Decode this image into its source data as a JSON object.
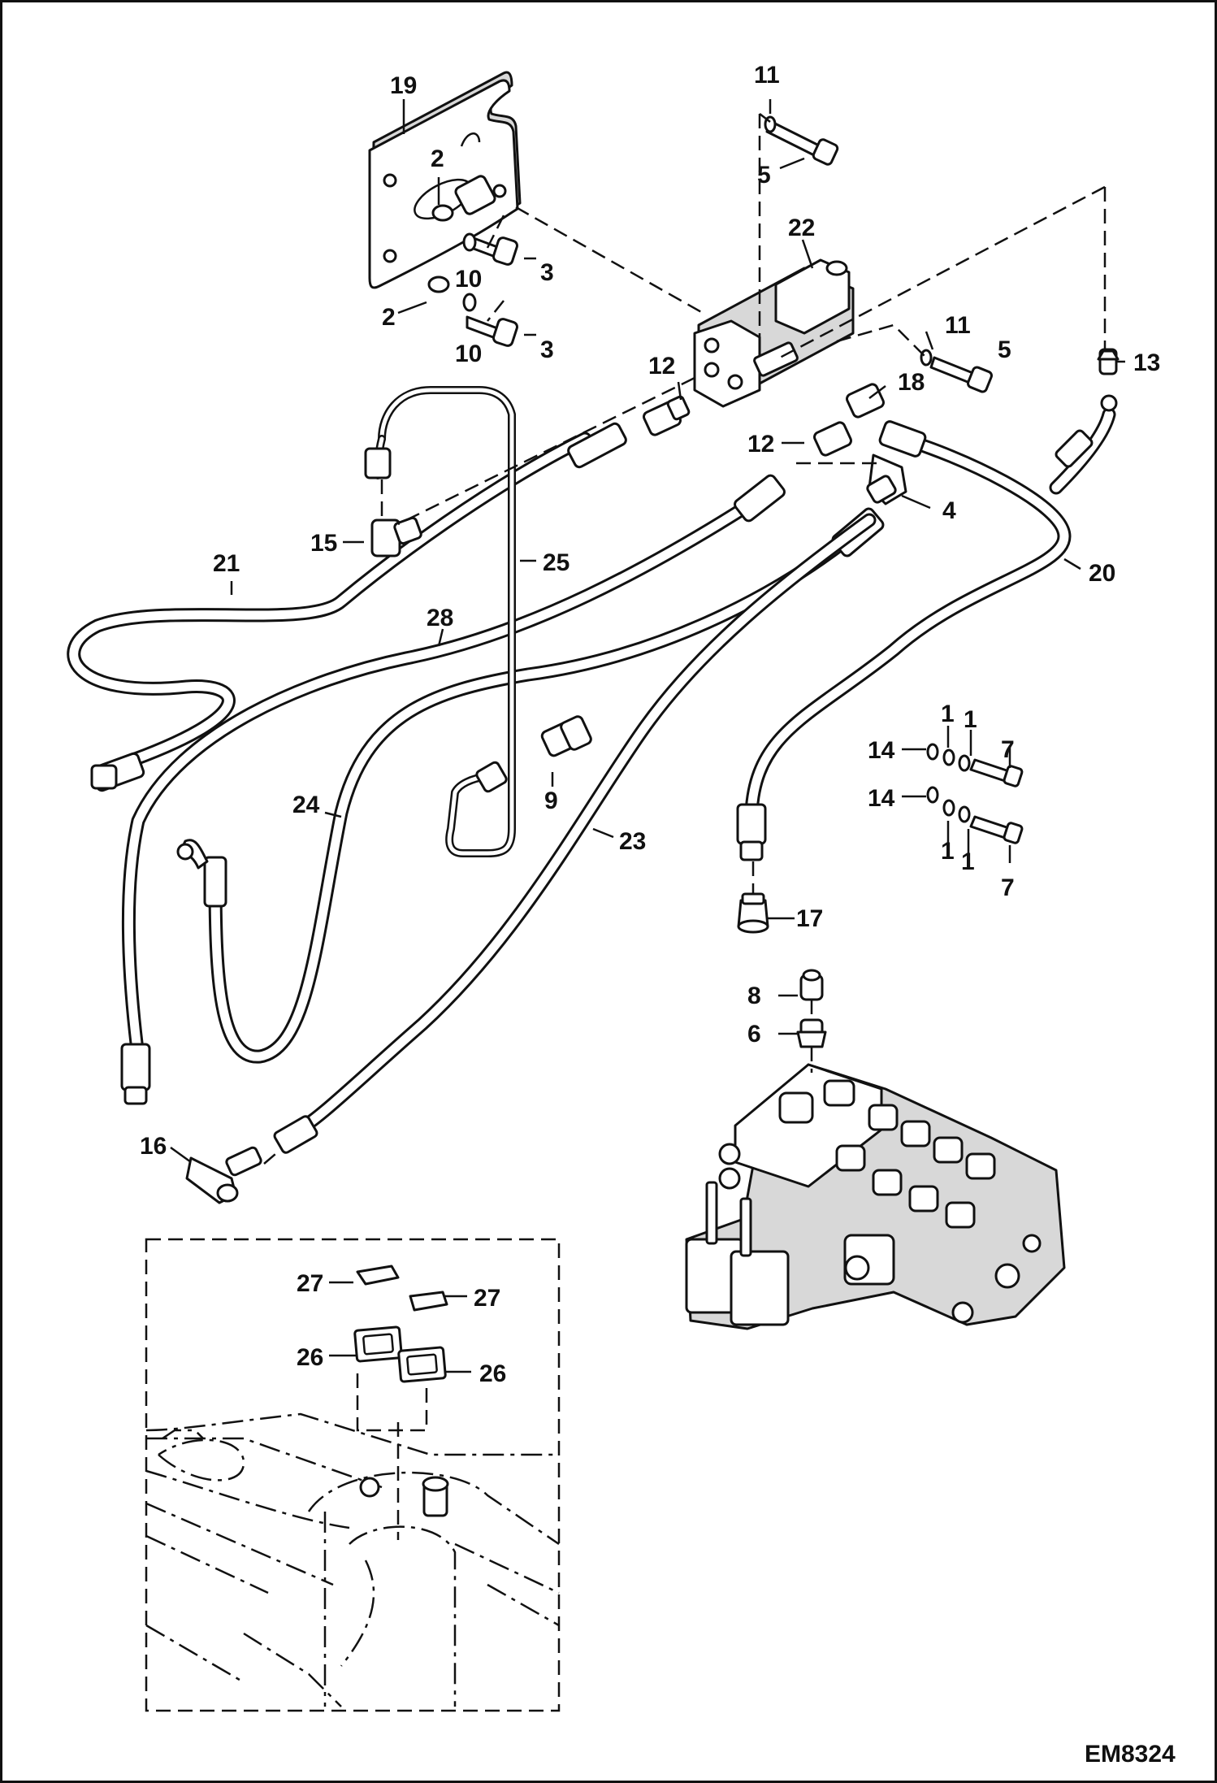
{
  "diagram": {
    "code": "EM8324",
    "callouts": [
      {
        "id": "c19",
        "text": "19"
      },
      {
        "id": "c2a",
        "text": "2"
      },
      {
        "id": "c2b",
        "text": "2"
      },
      {
        "id": "c3a",
        "text": "3"
      },
      {
        "id": "c3b",
        "text": "3"
      },
      {
        "id": "c10a",
        "text": "10"
      },
      {
        "id": "c10b",
        "text": "10"
      },
      {
        "id": "c11a",
        "text": "11"
      },
      {
        "id": "c5a",
        "text": "5"
      },
      {
        "id": "c22",
        "text": "22"
      },
      {
        "id": "c11b",
        "text": "11"
      },
      {
        "id": "c5b",
        "text": "5"
      },
      {
        "id": "c13",
        "text": "13"
      },
      {
        "id": "c12a",
        "text": "12"
      },
      {
        "id": "c18",
        "text": "18"
      },
      {
        "id": "c12b",
        "text": "12"
      },
      {
        "id": "c4",
        "text": "4"
      },
      {
        "id": "c15",
        "text": "15"
      },
      {
        "id": "c21",
        "text": "21"
      },
      {
        "id": "c25",
        "text": "25"
      },
      {
        "id": "c20",
        "text": "20"
      },
      {
        "id": "c28",
        "text": "28"
      },
      {
        "id": "c9",
        "text": "9"
      },
      {
        "id": "c24",
        "text": "24"
      },
      {
        "id": "c23",
        "text": "23"
      },
      {
        "id": "c1a",
        "text": "1"
      },
      {
        "id": "c1b",
        "text": "1"
      },
      {
        "id": "c14a",
        "text": "14"
      },
      {
        "id": "c7a",
        "text": "7"
      },
      {
        "id": "c14b",
        "text": "14"
      },
      {
        "id": "c1c",
        "text": "1"
      },
      {
        "id": "c1d",
        "text": "1"
      },
      {
        "id": "c7b",
        "text": "7"
      },
      {
        "id": "c17",
        "text": "17"
      },
      {
        "id": "c8",
        "text": "8"
      },
      {
        "id": "c6",
        "text": "6"
      },
      {
        "id": "c16",
        "text": "16"
      },
      {
        "id": "c27a",
        "text": "27"
      },
      {
        "id": "c27b",
        "text": "27"
      },
      {
        "id": "c26a",
        "text": "26"
      },
      {
        "id": "c26b",
        "text": "26"
      }
    ]
  }
}
